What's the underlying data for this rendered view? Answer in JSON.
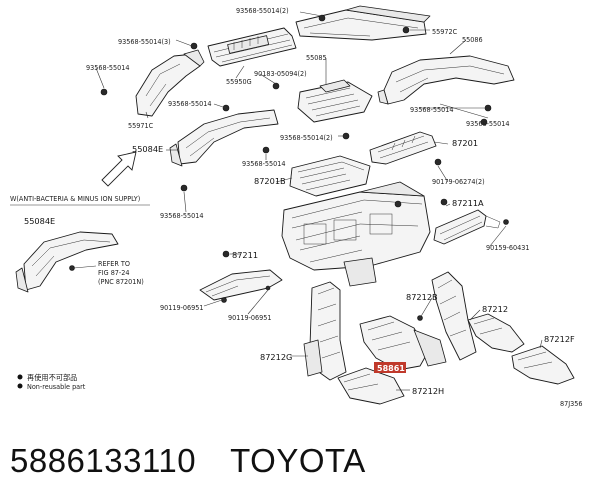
{
  "callouts": {
    "c_93568_55014_2_top": "93568-55014(2)",
    "c_55972C": "55972C",
    "c_93568_55014_3": "93568-55014(3)",
    "c_55086": "55086",
    "c_55085": "55085",
    "c_93568_55014_left": "93568-55014",
    "c_90183_05094_2": "90183-05094(2)",
    "c_55950G": "55950G",
    "c_55971C": "55971C",
    "c_93568_55014_mid": "93568-55014",
    "c_93568_55014_right1": "93568-55014",
    "c_93568_55014_right2": "93568-55014",
    "c_55084E": "55084E",
    "c_93568_55014_2_mid": "93568-55014(2)",
    "c_87201": "87201",
    "c_93568_55014_center": "93568-55014",
    "c_87201B": "87201B",
    "c_90179_06274_2": "90179-06274(2)",
    "c_93568_55014_low": "93568-55014",
    "c_87211A": "87211A",
    "c_55084E_box": "55084E",
    "c_90159_60431": "90159-60431",
    "c_87211": "87211",
    "c_90119_06951_a": "90119-06951",
    "c_90119_06951_b": "90119-06951",
    "c_87212B": "87212B",
    "c_87212": "87212",
    "c_87212F": "87212F",
    "c_87212G": "87212G",
    "c_58861": "58861",
    "c_87212H": "87212H"
  },
  "anti_bacteria_note": "W(ANTI-BACTERIA & MINUS ION SUPPLY)",
  "refer_note": {
    "line1": "REFER TO",
    "line2": "FIG 87-24",
    "line3": "(PNC 87201N)"
  },
  "legend": {
    "jp": "再使用不可部品",
    "en": "Non-reusable part"
  },
  "figure_code": "87J356",
  "footer": {
    "part_number": "5886133110",
    "brand": "TOYOTA"
  }
}
